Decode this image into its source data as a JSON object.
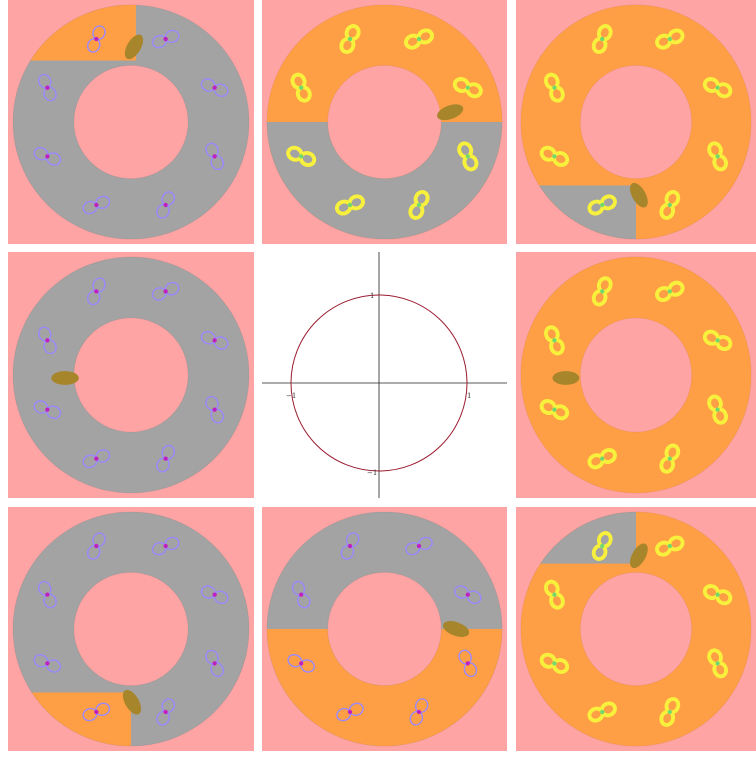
{
  "colors": {
    "background": "#ffa4a4",
    "basin_gray": "#a3a3a3",
    "basin_orange": "#ff9f45",
    "petal_olive": "#a7852b",
    "loop_yellow": "#f7f03c",
    "loop_blue": "#9a88ff",
    "center_green": "#6fd86f",
    "center_magenta": "#c020c0",
    "circle": "#9b1b30",
    "axes": "#222222"
  },
  "center_plot": {
    "tick_labels": {
      "y_top": "1",
      "y_bottom": "−1",
      "x_left": "−1",
      "x_right": "1"
    }
  }
}
